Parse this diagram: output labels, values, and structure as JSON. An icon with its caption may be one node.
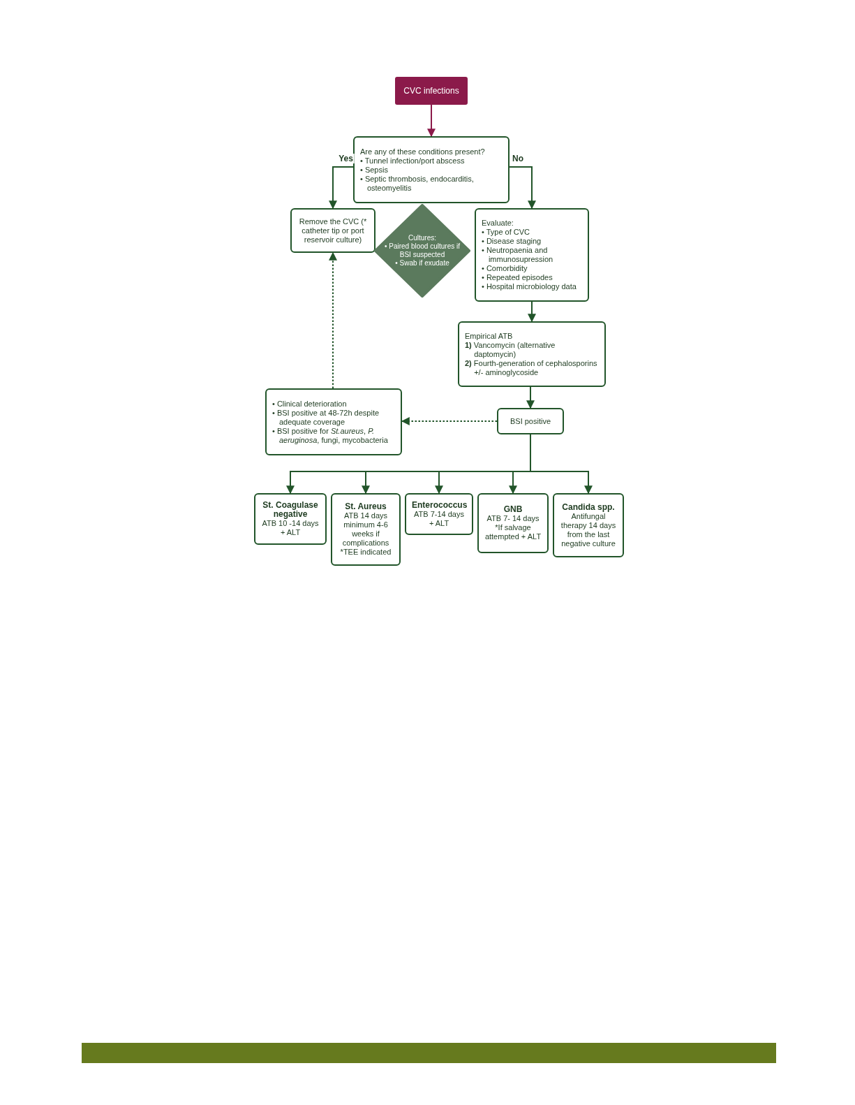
{
  "diagram": {
    "nodes": [
      {
        "text": [
          "CVC infections"
        ]
      },
      {
        "text": [
          "Are any of these conditions present?",
          "• Tunnel infection/port abscess",
          "• Sepsis",
          "• Septic thrombosis, endocarditis, osteomyelitis"
        ]
      },
      {
        "text": [
          "Remove the CVC (* catheter tip or port reservoir culture)"
        ]
      },
      {
        "text": [
          "Cultures:",
          "• Paired blood cultures if BSI suspected",
          "• Swab if exudate"
        ]
      },
      {
        "text": [
          "Evaluate:",
          "• Type of CVC",
          "• Disease staging",
          "• Neutropaenia and immunosupression",
          "• Comorbidity",
          "• Repeated episodes",
          "• Hospital microbiology data"
        ]
      },
      {
        "text": [
          "Empirical ATB",
          "**1)** Vancomycin (alternative daptomycin)",
          "**2)** Fourth-generation of cephalosporins +/- aminoglycoside"
        ]
      },
      {
        "text": [
          "BSI positive"
        ]
      },
      {
        "text": [
          "• Clinical deterioration",
          "• BSI positive at 48-72h despite adequate coverage",
          "• BSI positive for *St.aureus*, *P. aeruginosa*, fungi, mycobacteria"
        ]
      },
      {
        "text": [
          "St. Coagulase negative",
          "ATB 10 -14 days + ALT"
        ]
      },
      {
        "text": [
          "St. Aureus",
          "ATB 14 days minimum 4-6 weeks if complications *TEE indicated"
        ]
      },
      {
        "text": [
          "Enterococcus",
          "ATB 7-14 days + ALT"
        ]
      },
      {
        "text": [
          "GNB",
          "ATB 7- 14 days *If salvage attempted + ALT"
        ]
      },
      {
        "text": [
          "Candida spp.",
          "Antifungal therapy 14 days from the last negative culture"
        ]
      }
    ],
    "edges": [
      {
        "from": 0,
        "to": 1,
        "arrow": "to",
        "color": "#8b1a4a"
      },
      {
        "from": 1,
        "to": 2,
        "arrow": "to",
        "label": "Yes"
      },
      {
        "from": 1,
        "to": 4,
        "arrow": "to",
        "label": "No"
      },
      {
        "from": 4,
        "to": 5,
        "arrow": "to"
      },
      {
        "from": 5,
        "to": 6,
        "arrow": "to"
      },
      {
        "from": 6,
        "to": 7,
        "arrow": "to",
        "style": "dashed"
      },
      {
        "from": 7,
        "to": 2,
        "arrow": "to",
        "style": "dashed"
      },
      {
        "from": 6,
        "to": 8,
        "arrow": "to"
      },
      {
        "from": 6,
        "to": 9,
        "arrow": "to"
      },
      {
        "from": 6,
        "to": 10,
        "arrow": "to"
      },
      {
        "from": 6,
        "to": 11,
        "arrow": "to"
      },
      {
        "from": 6,
        "to": 12,
        "arrow": "to"
      }
    ]
  }
}
